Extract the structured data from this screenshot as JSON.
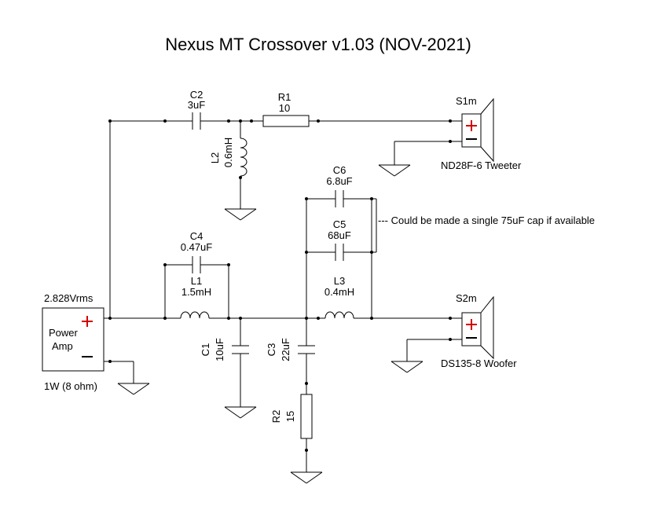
{
  "title": "Nexus MT Crossover v1.03 (NOV-2021)",
  "components": {
    "c2": {
      "ref": "C2",
      "value": "3uF"
    },
    "r1": {
      "ref": "R1",
      "value": "10"
    },
    "l2": {
      "ref": "L2",
      "value": "0.6mH"
    },
    "s1": {
      "ref": "S1m",
      "label": "ND28F-6 Tweeter"
    },
    "c6": {
      "ref": "C6",
      "value": "6.8uF"
    },
    "c5": {
      "ref": "C5",
      "value": "68uF"
    },
    "note": "--- Could be made a single 75uF cap if available",
    "c4": {
      "ref": "C4",
      "value": "0.47uF"
    },
    "l1": {
      "ref": "L1",
      "value": "1.5mH"
    },
    "l3": {
      "ref": "L3",
      "value": "0.4mH"
    },
    "s2": {
      "ref": "S2m",
      "label": "DS135-8 Woofer"
    },
    "amp": {
      "voltage": "2.828Vrms",
      "name_line1": "Power",
      "name_line2": "Amp",
      "power": "1W (8 ohm)"
    },
    "c1": {
      "ref": "C1",
      "value": "10uF"
    },
    "c3": {
      "ref": "C3",
      "value": "22uF"
    },
    "r2": {
      "ref": "R2",
      "value": "15"
    }
  }
}
